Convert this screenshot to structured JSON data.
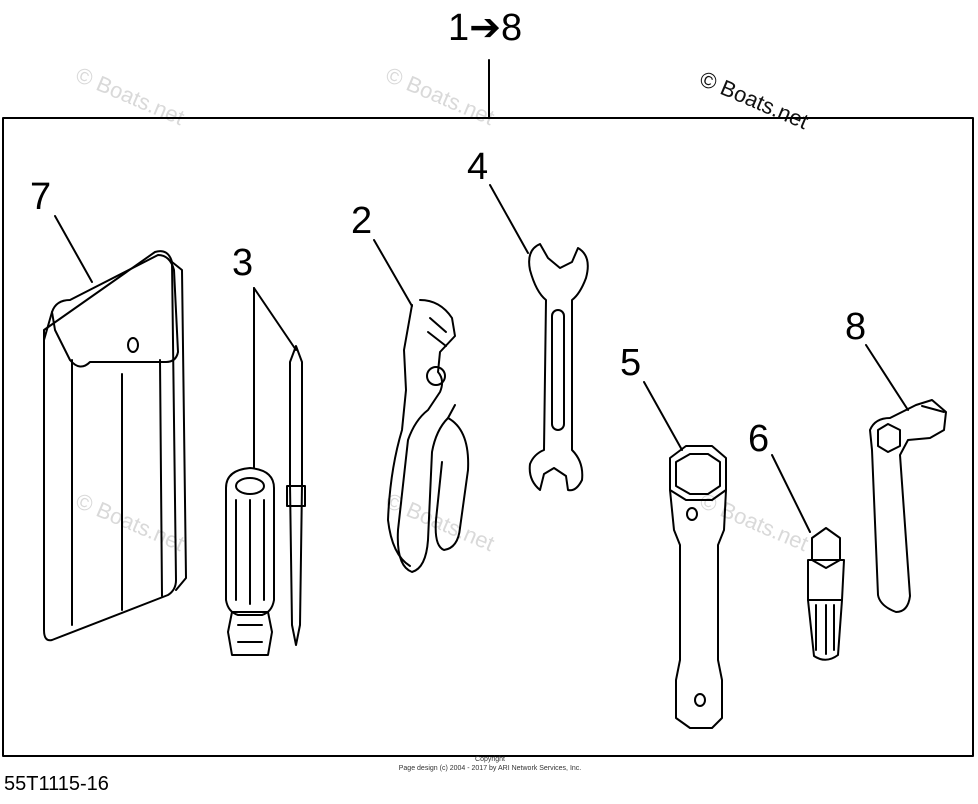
{
  "header": {
    "range_label": "1➔8"
  },
  "callouts": [
    {
      "id": "7",
      "label": "7"
    },
    {
      "id": "3",
      "label": "3"
    },
    {
      "id": "2",
      "label": "2"
    },
    {
      "id": "4",
      "label": "4"
    },
    {
      "id": "5",
      "label": "5"
    },
    {
      "id": "6",
      "label": "6"
    },
    {
      "id": "8",
      "label": "8"
    }
  ],
  "watermarks": {
    "text": "© Boats.net"
  },
  "footer": {
    "part_number": "55T1115-16",
    "copyright_line1": "Copyright",
    "copyright_line2": "Page design (c) 2004 - 2017 by ARI Network Services, Inc."
  },
  "parts": [
    {
      "callout": "2",
      "icon": "pliers-icon"
    },
    {
      "callout": "3",
      "icon": "screwdriver-icon"
    },
    {
      "callout": "4",
      "icon": "open-end-wrench-icon"
    },
    {
      "callout": "5",
      "icon": "tube-socket-wrench-icon"
    },
    {
      "callout": "6",
      "icon": "spark-plug-socket-icon"
    },
    {
      "callout": "7",
      "icon": "tool-pouch-icon"
    },
    {
      "callout": "8",
      "icon": "hex-key-wrench-icon"
    }
  ]
}
